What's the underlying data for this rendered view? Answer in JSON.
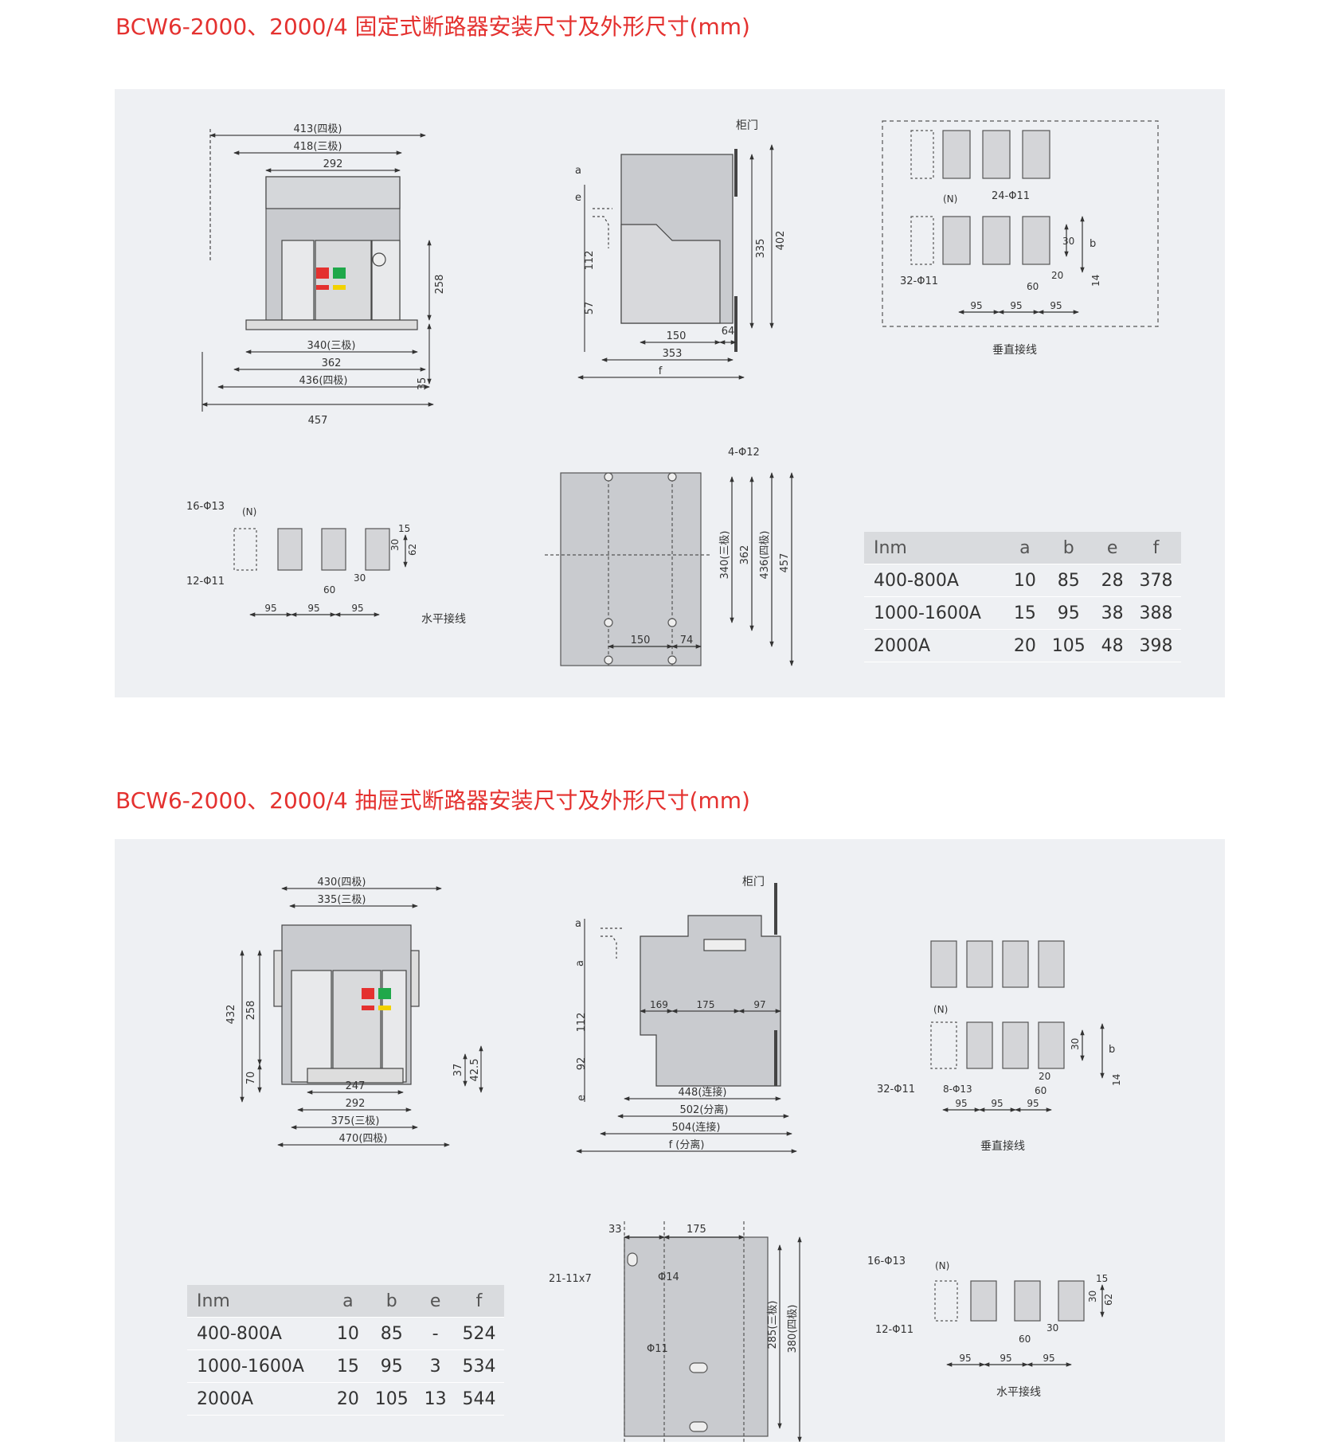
{
  "section1": {
    "title": "BCW6-2000、2000/4 固定式断路器安装尺寸及外形尺寸(mm)",
    "front": {
      "d1": "413(四极)",
      "d2": "418(三极)",
      "d3": "292",
      "d4": "258",
      "d5": "340(三极)",
      "d6": "362",
      "d7": "35",
      "d8": "436(四极)",
      "d9": "457"
    },
    "side": {
      "door": "柜门",
      "a": "a",
      "e": "e",
      "d112": "112",
      "d57": "57",
      "d335": "335",
      "d402": "402",
      "d150": "150",
      "d64": "64",
      "d353": "353",
      "f": "f"
    },
    "vertical": {
      "n": "(N)",
      "hole24": "24-Φ11",
      "hole32": "32-Φ11",
      "d30": "30",
      "b": "b",
      "d20": "20",
      "d60": "60",
      "d14": "14",
      "d95a": "95",
      "d95b": "95",
      "d95c": "95",
      "label": "垂直接线"
    },
    "horizontal": {
      "hole16": "16-Φ13",
      "n": "(N)",
      "hole12": "12-Φ11",
      "d15": "15",
      "d30v": "30",
      "d62": "62",
      "d60": "60",
      "d30": "30",
      "d95a": "95",
      "d95b": "95",
      "d95c": "95",
      "label": "水平接线"
    },
    "mount": {
      "hole": "4-Φ12",
      "d340": "340(三极)",
      "d362": "362",
      "d436": "436(四极)",
      "d457": "457",
      "d150": "150",
      "d74": "74"
    },
    "table": {
      "headers": [
        "Inm",
        "a",
        "b",
        "e",
        "f"
      ],
      "rows": [
        [
          "400-800A",
          "10",
          "85",
          "28",
          "378"
        ],
        [
          "1000-1600A",
          "15",
          "95",
          "38",
          "388"
        ],
        [
          "2000A",
          "20",
          "105",
          "48",
          "398"
        ]
      ]
    }
  },
  "section2": {
    "title": "BCW6-2000、2000/4 抽屉式断路器安装尺寸及外形尺寸(mm)",
    "front": {
      "d1": "430(四极)",
      "d2": "335(三极)",
      "d432": "432",
      "d258": "258",
      "d70": "70",
      "d37": "37",
      "d425": "42.5",
      "d247": "247",
      "d292": "292",
      "d375": "375(三极)",
      "d470": "470(四极)"
    },
    "side": {
      "door": "柜门",
      "a": "a",
      "a2": "a",
      "d112": "112",
      "d92": "92",
      "e": "e",
      "d169": "169",
      "d175": "175",
      "d97": "97",
      "d448": "448(连接)",
      "d502": "502(分离)",
      "d504": "504(连接)",
      "f": "f (分离)"
    },
    "vertical": {
      "n": "(N)",
      "hole32": "32-Φ11",
      "hole8": "8-Φ13",
      "d30": "30",
      "b": "b",
      "d20": "20",
      "d60": "60",
      "d14": "14",
      "d95a": "95",
      "d95b": "95",
      "d95c": "95",
      "label": "垂直接线"
    },
    "mount": {
      "d33": "33",
      "d175": "175",
      "slot": "21-11x7",
      "hole14": "Φ14",
      "hole11": "Φ11",
      "d285": "285(三极)",
      "d380": "380(四极)"
    },
    "horizontal": {
      "hole16": "16-Φ13",
      "n": "(N)",
      "hole12": "12-Φ11",
      "d15": "15",
      "d30v": "30",
      "d62": "62",
      "d60": "60",
      "d30": "30",
      "d95a": "95",
      "d95b": "95",
      "d95c": "95",
      "label": "水平接线"
    },
    "table": {
      "headers": [
        "Inm",
        "a",
        "b",
        "e",
        "f"
      ],
      "rows": [
        [
          "400-800A",
          "10",
          "85",
          "-",
          "524"
        ],
        [
          "1000-1600A",
          "15",
          "95",
          "3",
          "534"
        ],
        [
          "2000A",
          "20",
          "105",
          "13",
          "544"
        ]
      ]
    }
  }
}
